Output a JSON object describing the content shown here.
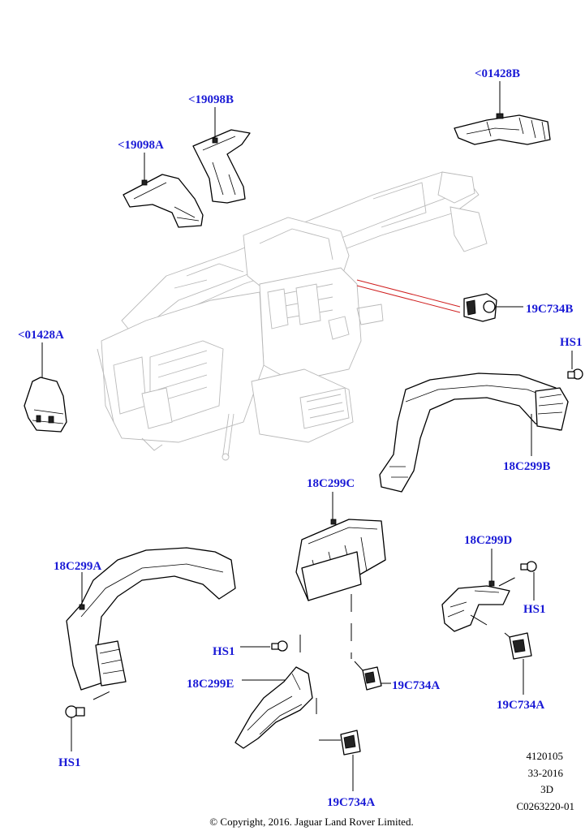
{
  "callouts": {
    "c01428B_top": "<01428B",
    "c19098B": "<19098B",
    "c19098A": "<19098A",
    "c01428A": "<01428A",
    "c19C734B": "19C734B",
    "hs1_right": "HS1",
    "c18C299B": "18C299B",
    "c18C299C": "18C299C",
    "c18C299D": "18C299D",
    "hs1_d": "HS1",
    "c18C299A": "18C299A",
    "hs1_mid": "HS1",
    "c18C299E": "18C299E",
    "c19C734A_mid": "19C734A",
    "c19C734A_right": "19C734A",
    "hs1_left": "HS1",
    "c19C734A_bottom": "19C734A"
  },
  "reference": {
    "code1": "4120105",
    "code2": "33-2016",
    "view": "3D",
    "code3": "C0263220-01"
  },
  "copyright": "© Copyright, 2016. Jaguar Land Rover Limited.",
  "colors": {
    "callout_text": "#1a1ad6",
    "highlight_leader": "#d02020",
    "ghost_assembly": "#b9b9b9"
  }
}
